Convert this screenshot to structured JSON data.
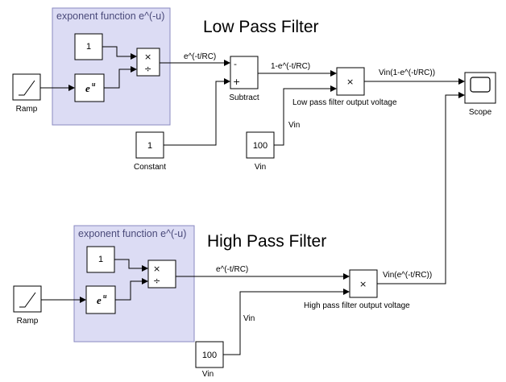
{
  "titles": {
    "low": "Low Pass Filter",
    "high": "High Pass Filter"
  },
  "subsystems": {
    "low": "exponent function e^(-u)",
    "high": "exponent function e^(-u)"
  },
  "blocks": {
    "ramp_top": "Ramp",
    "ramp_bottom": "Ramp",
    "const_one": "1",
    "const_one_bottom": "1",
    "constant_value": "1",
    "constant_label": "Constant",
    "subtract_label": "Subtract",
    "vin_top_value": "100",
    "vin_top_label": "Vin",
    "vin_bottom_value": "100",
    "vin_bottom_label": "Vin",
    "scope_label": "Scope",
    "exp_base": "e",
    "exp_sup": "u",
    "mult_sign": "×",
    "div_sign": "÷",
    "minus_sign": "-",
    "plus_sign": "+"
  },
  "signals": {
    "top_exp": "e^(-t/RC)",
    "one_minus": "1-e^(-t/RC)",
    "vin_top": "Vin",
    "low_out": "Vin(1-e^(-t/RC))",
    "low_caption": "Low pass filter output voltage",
    "bottom_exp": "e^(-t/RC)",
    "vin_bottom": "Vin",
    "high_out": "Vin(e^(-t/RC))",
    "high_caption": "High pass filter output voltage"
  }
}
